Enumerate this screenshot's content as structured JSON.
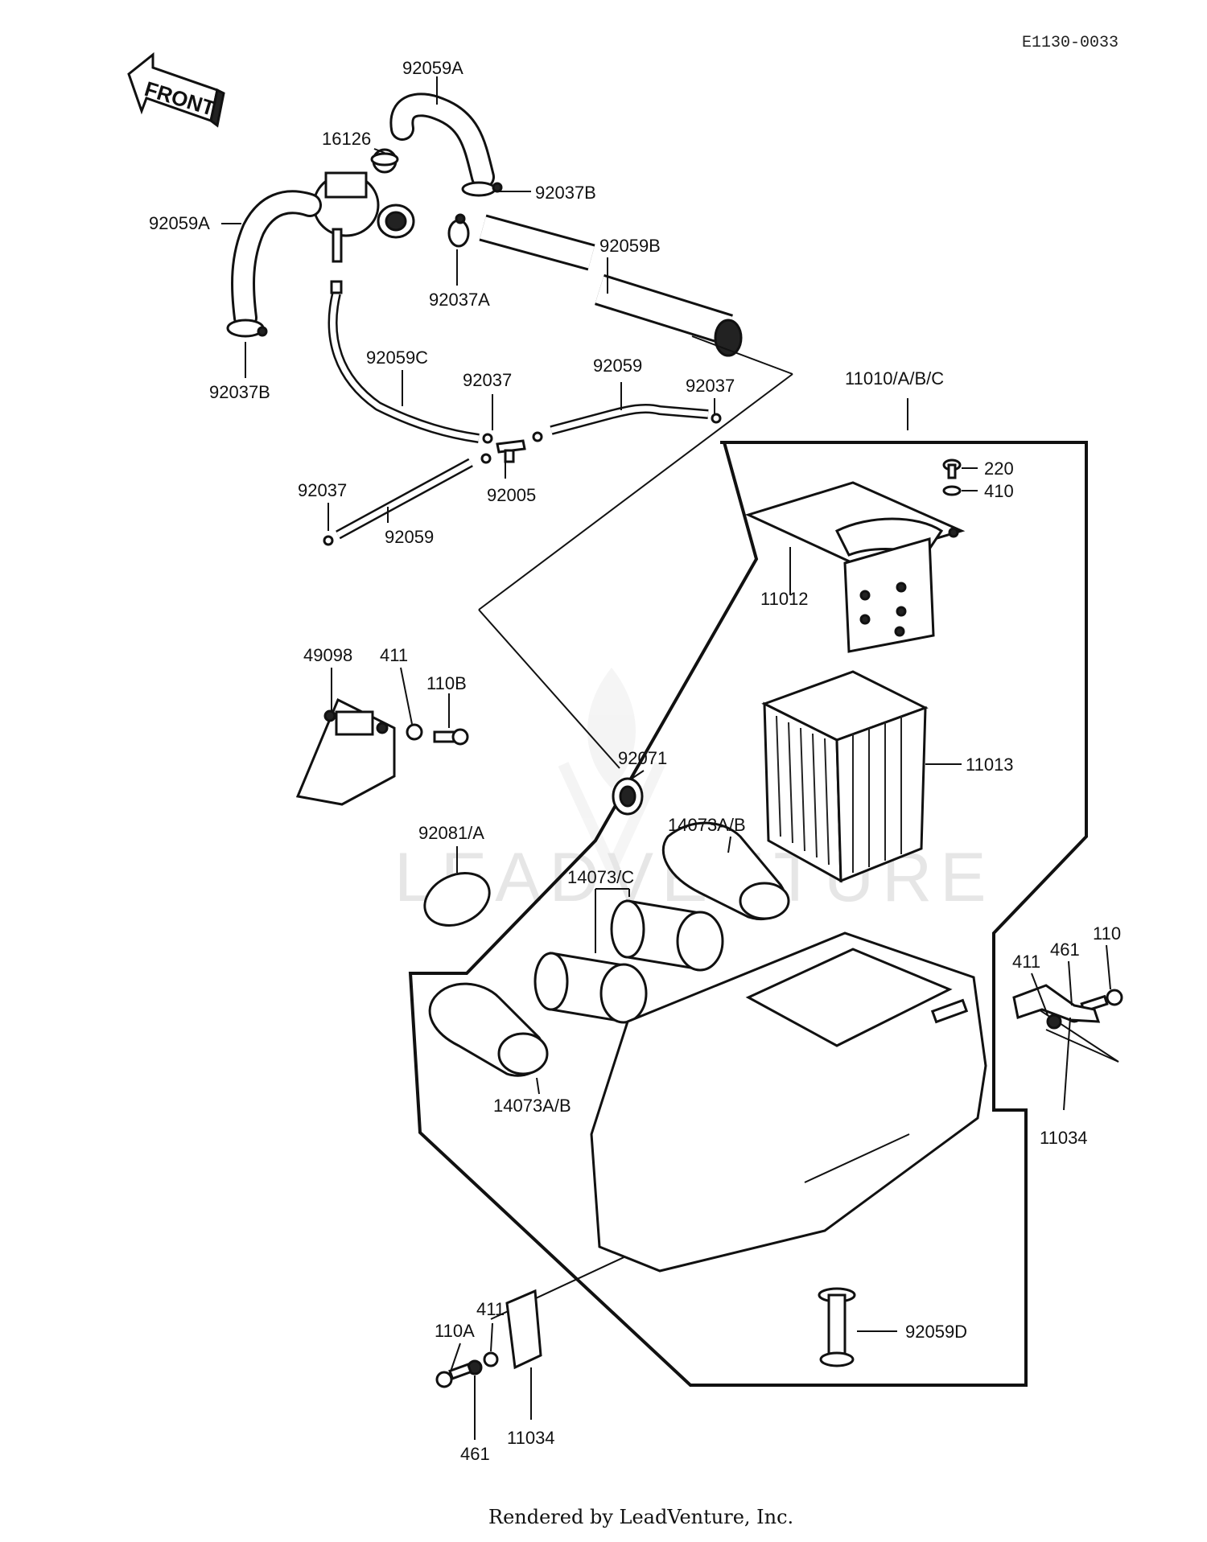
{
  "diagram_code": "E1130-0033",
  "front_label": "FRONT",
  "watermark": "LEADVENTURE",
  "footer": "Rendered by LeadVenture, Inc.",
  "part_labels": {
    "p92059A_top": "92059A",
    "p16126": "16126",
    "p92037B_top": "92037B",
    "p92059A_left": "92059A",
    "p92037A": "92037A",
    "p92059B": "92059B",
    "p92037B_left": "92037B",
    "p92059C": "92059C",
    "p92037_mid": "92037",
    "p92059_mid": "92059",
    "p92037_right": "92037",
    "p11010": "11010/A/B/C",
    "p220": "220",
    "p410": "410",
    "p92005": "92005",
    "p92037_left": "92037",
    "p92059_left": "92059",
    "p11012": "11012",
    "p49098": "49098",
    "p411_top": "411",
    "p110B": "110B",
    "p11013": "11013",
    "p92071": "92071",
    "p14073AB_top": "14073A/B",
    "p92081A": "92081/A",
    "p14073C": "14073/C",
    "p110_right": "110",
    "p461_right": "461",
    "p411_right": "411",
    "p14073AB_bot": "14073A/B",
    "p11034_right": "11034",
    "p411_bot": "411",
    "p110A": "110A",
    "p92059D": "92059D",
    "p461_bot": "461",
    "p11034_bot": "11034"
  }
}
